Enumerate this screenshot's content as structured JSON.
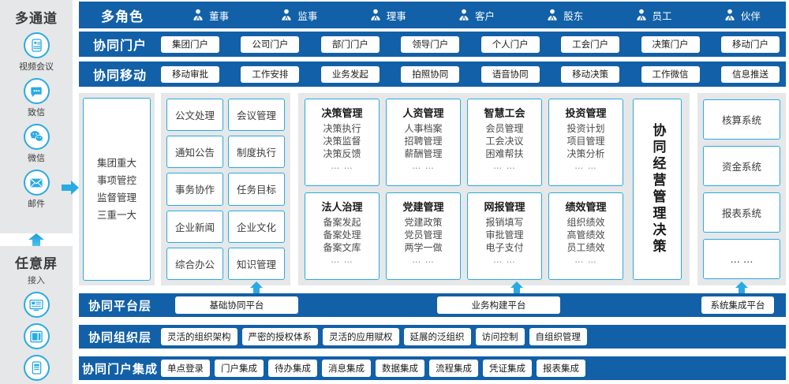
{
  "left_rail": {
    "top": {
      "title": "多通道",
      "items": [
        {
          "label": "视频会议",
          "icon": "video-conference-icon"
        },
        {
          "label": "致信",
          "icon": "message-bubble-icon"
        },
        {
          "label": "微信",
          "icon": "wechat-icon"
        },
        {
          "label": "邮件",
          "icon": "mail-envelope-icon"
        }
      ]
    },
    "bottom": {
      "title": "任意屏",
      "subtitle": "接入",
      "items": [
        {
          "label": "",
          "icon": "desktop-screen-icon"
        },
        {
          "label": "",
          "icon": "desk-phone-icon"
        },
        {
          "label": "",
          "icon": "tablet-screen-icon"
        }
      ]
    }
  },
  "role_bar": {
    "label": "多角色",
    "roles": [
      {
        "name": "董事",
        "icon": "person-icon"
      },
      {
        "name": "监事",
        "icon": "person-icon"
      },
      {
        "name": "理事",
        "icon": "person-icon"
      },
      {
        "name": "客户",
        "icon": "person-icon"
      },
      {
        "name": "股东",
        "icon": "person-icon"
      },
      {
        "name": "员工",
        "icon": "person-icon"
      },
      {
        "name": "伙伴",
        "icon": "person-icon"
      }
    ]
  },
  "portal_bar": {
    "label": "协同门户",
    "chips": [
      "集团门户",
      "公司门户",
      "部门门户",
      "领导门户",
      "个人门户",
      "工会门户",
      "决策门户",
      "移动门户"
    ]
  },
  "mobile_bar": {
    "label": "协同移动",
    "chips": [
      "移动审批",
      "工作安排",
      "业务发起",
      "拍照协同",
      "语音协同",
      "移动决策",
      "工作微信",
      "信息推送"
    ]
  },
  "panel_a": {
    "lines": [
      "集团重大",
      "事项管控",
      "监督管理",
      "三重一大"
    ]
  },
  "panel_b": {
    "tiles": [
      "公文处理",
      "会议管理",
      "通知公告",
      "制度执行",
      "事务协作",
      "任务目标",
      "企业新闻",
      "企业文化",
      "综合办公",
      "知识管理"
    ]
  },
  "panel_c": {
    "cards": [
      {
        "title": "决策管理",
        "lines": [
          "决策执行",
          "决策监督",
          "决策反馈"
        ],
        "dots": "… …"
      },
      {
        "title": "人资管理",
        "lines": [
          "人事档案",
          "招聘管理",
          "薪酬管理"
        ],
        "dots": "… …"
      },
      {
        "title": "智慧工会",
        "lines": [
          "会员管理",
          "工会决议",
          "困难帮扶"
        ],
        "dots": "… …"
      },
      {
        "title": "投资管理",
        "lines": [
          "投资计划",
          "项目管理",
          "决策分析"
        ],
        "dots": "… …"
      },
      {
        "title": "法人治理",
        "lines": [
          "备案发起",
          "备案处理",
          "备案文库"
        ],
        "dots": "… …"
      },
      {
        "title": "党建管理",
        "lines": [
          "党建政策",
          "党员管理",
          "两学一做"
        ],
        "dots": "… …"
      },
      {
        "title": "网报管理",
        "lines": [
          "报销填写",
          "审批管理",
          "电子支付"
        ],
        "dots": "… …"
      },
      {
        "title": "绩效管理",
        "lines": [
          "组织绩效",
          "高管绩效",
          "员工绩效"
        ],
        "dots": "… …"
      }
    ],
    "vertical_card": "协同经营管理决策"
  },
  "panel_d": {
    "tiles": [
      "核算系统",
      "资金系统",
      "报表系统",
      "… …"
    ]
  },
  "platform_bar": {
    "label": "协同平台层",
    "chips": [
      "基础协同平台",
      "业务构建平台",
      "系统集成平台"
    ]
  },
  "org_bar": {
    "label": "协同组织层",
    "chips": [
      "灵活的组织架构",
      "严密的授权体系",
      "灵活的应用赋权",
      "延展的泛组织",
      "访问控制",
      "自组织管理"
    ]
  },
  "portal_integration_bar": {
    "label": "协同门户集成",
    "chips": [
      "单点登录",
      "门户集成",
      "待办集成",
      "消息集成",
      "数据集成",
      "流程集成",
      "凭证集成",
      "报表集成"
    ]
  },
  "colors": {
    "brand_blue": "#1260A8",
    "accent_cyan": "#29ABE2",
    "panel_grey": "#e6e7e8",
    "chip_white": "#ffffff"
  }
}
